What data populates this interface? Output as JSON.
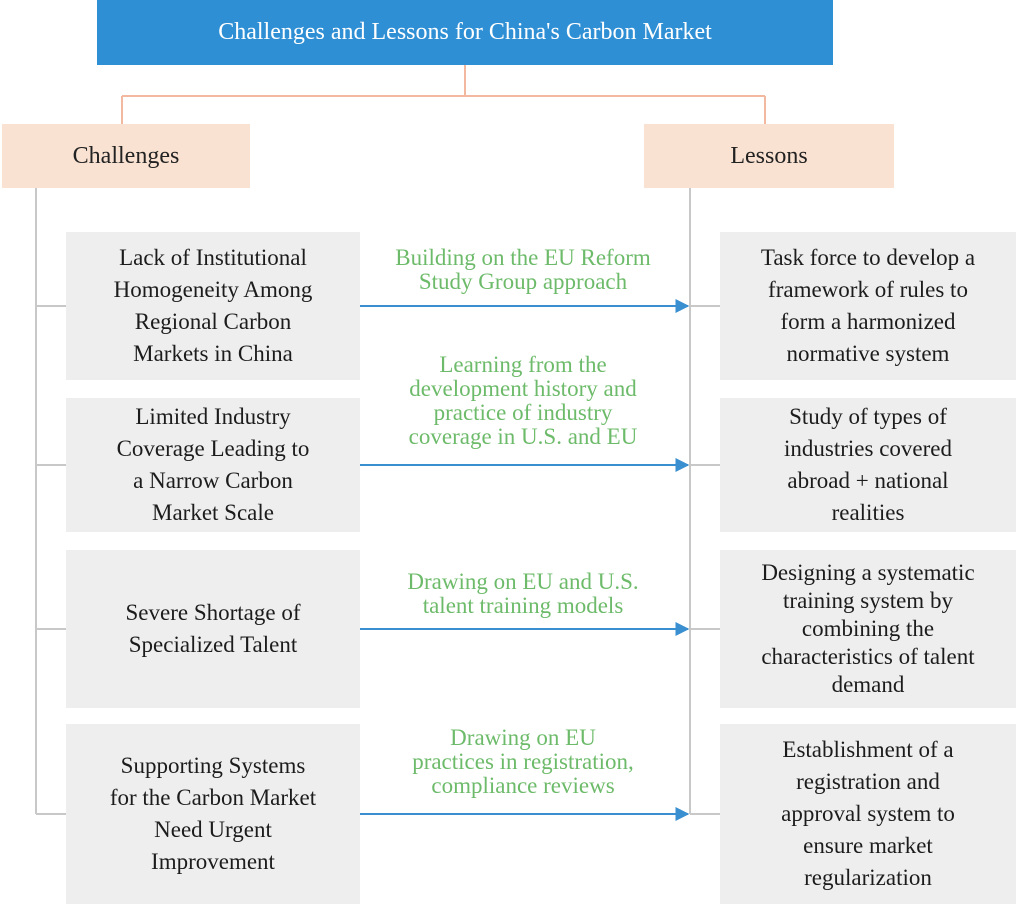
{
  "title": "Challenges and Lessons for China's Carbon Market",
  "headers": {
    "challenges": "Challenges",
    "lessons": "Lessons"
  },
  "colors": {
    "title_fill": "#2f8fd4",
    "header_fill": "#f9e2d2",
    "box_fill": "#eeeeee",
    "connector": "#f2b8a0",
    "tree_line": "#c8c8c8",
    "arrow": "#3a8fd0",
    "approach_text": "#6dbb6a"
  },
  "rows": [
    {
      "challenge": [
        "Lack of Institutional",
        "Homogeneity Among",
        "Regional Carbon",
        "Markets in China"
      ],
      "approach": [
        "Building on the EU Reform",
        "Study Group approach"
      ],
      "lesson": [
        "Task force to develop a",
        "framework of rules to",
        "form a harmonized",
        "normative system"
      ]
    },
    {
      "challenge": [
        "Limited Industry",
        "Coverage Leading to",
        "a Narrow Carbon",
        "Market Scale"
      ],
      "approach": [
        "Learning from the",
        "development history and",
        "practice of industry",
        "coverage in U.S. and EU"
      ],
      "lesson": [
        "Study of types of",
        "industries covered",
        "abroad + national",
        "realities"
      ]
    },
    {
      "challenge": [
        "Severe Shortage of",
        "Specialized Talent"
      ],
      "approach": [
        "Drawing on EU and U.S.",
        "talent training models"
      ],
      "lesson": [
        "Designing a systematic",
        "training system by",
        "combining the",
        "characteristics of talent",
        "demand"
      ]
    },
    {
      "challenge": [
        "Supporting Systems",
        "for the Carbon Market",
        "Need Urgent",
        "Improvement"
      ],
      "approach": [
        "Drawing on EU",
        "practices in registration,",
        "compliance reviews"
      ],
      "lesson": [
        "Establishment of a",
        "registration and",
        "approval system to",
        "ensure market",
        "regularization"
      ]
    }
  ]
}
